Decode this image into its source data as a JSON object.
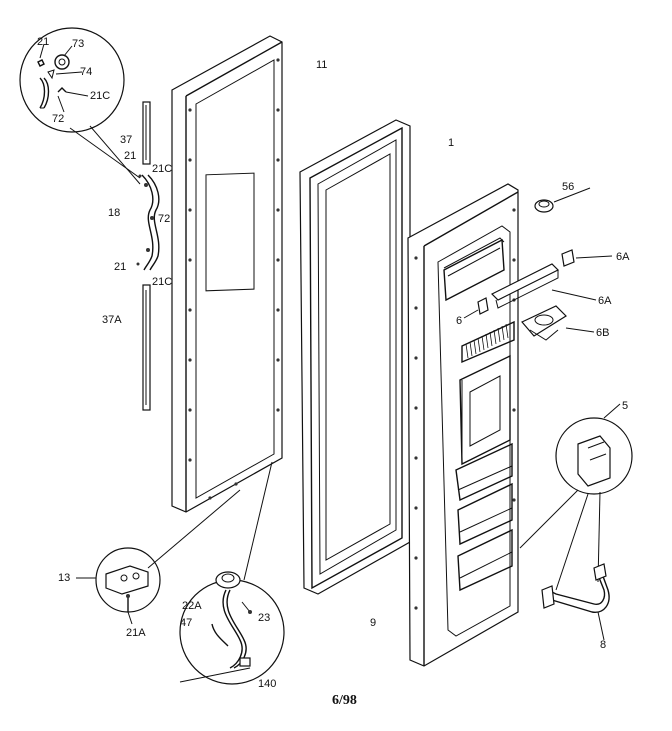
{
  "labels": {
    "l21_top": "21",
    "l73": "73",
    "l74": "74",
    "l21c_a": "21C",
    "l72_a": "72",
    "l37": "37",
    "l21_mid": "21",
    "l21c_b": "21C",
    "l18": "18",
    "l72_b": "72",
    "l21_low": "21",
    "l21c_c": "21C",
    "l37a": "37A",
    "l11": "11",
    "l1": "1",
    "l56": "56",
    "l6a_top": "6A",
    "l6a_mid": "6A",
    "l6": "6",
    "l6b": "6B",
    "l5": "5",
    "l8": "8",
    "l9": "9",
    "l13": "13",
    "l21a": "21A",
    "l22a": "22A",
    "l23": "23",
    "l47": "47",
    "l140": "140"
  },
  "footer": {
    "date_code": "6/98"
  }
}
